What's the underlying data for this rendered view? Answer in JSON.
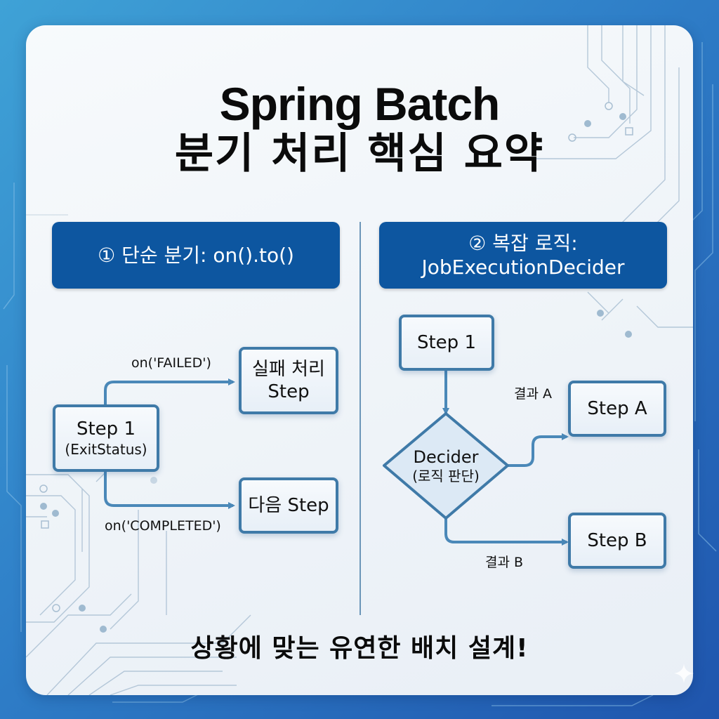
{
  "title": {
    "line1": "Spring Batch",
    "line2": "분기 처리 핵심 요약"
  },
  "sections": [
    {
      "header_line1": "① 단순 분기: on().to()",
      "nodes": {
        "source": {
          "label": "Step 1",
          "sub": "(ExitStatus)"
        },
        "failed_target": {
          "label_line1": "실패 처리",
          "label_line2": "Step"
        },
        "completed_target": {
          "label": "다음 Step"
        }
      },
      "edges": [
        {
          "label": "on('FAILED')",
          "from": "Step 1",
          "to": "실패 처리 Step"
        },
        {
          "label": "on('COMPLETED')",
          "from": "Step 1",
          "to": "다음 Step"
        }
      ]
    },
    {
      "header_line1": "② 복잡 로직:",
      "header_line2": "JobExecutionDecider",
      "nodes": {
        "source": {
          "label": "Step 1"
        },
        "decider": {
          "label": "Decider",
          "sub": "(로직 판단)"
        },
        "target_a": {
          "label": "Step A"
        },
        "target_b": {
          "label": "Step B"
        }
      },
      "edges": [
        {
          "label": "",
          "from": "Step 1",
          "to": "Decider"
        },
        {
          "label": "결과 A",
          "from": "Decider",
          "to": "Step A"
        },
        {
          "label": "결과 B",
          "from": "Decider",
          "to": "Step B"
        }
      ]
    }
  ],
  "footer": "상황에 맞는 유연한 배치 설계!",
  "colors": {
    "header_bg": "#0d56a0",
    "node_border": "#3f7aa8",
    "arrow": "#4a88b8",
    "background_start": "#3fa2d6",
    "background_end": "#1f55ad"
  },
  "icons": {
    "sparkle": "sparkle-icon"
  }
}
